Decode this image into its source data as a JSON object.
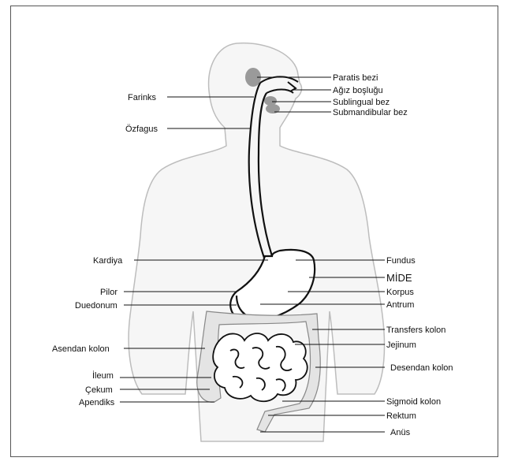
{
  "labels": {
    "paratis_bezi": "Paratis bezi",
    "agiz_boslugu": "Ağız boşluğu",
    "sublingual_bez": "Sublingual bez",
    "submandibular_bez": "Submandibular bez",
    "farinks": "Farinks",
    "ozfagus": "Özfagus",
    "kardiya": "Kardiya",
    "fundus": "Fundus",
    "mide": "MİDE",
    "korpus": "Korpus",
    "pilor": "Pilor",
    "duedonum": "Duedonum",
    "antrum": "Antrum",
    "transfers_kolon": "Transfers kolon",
    "asendan_kolon": "Asendan kolon",
    "jejinum": "Jejinum",
    "desendan_kolon": "Desendan kolon",
    "ileum": "İleum",
    "cekum": "Çekum",
    "apendiks": "Apendiks",
    "sigmoid_kolon": "Sigmoid kolon",
    "rektum": "Rektum",
    "anus": "Anüs"
  },
  "colors": {
    "body_outline": "#bdbdbd",
    "body_fill": "#f6f6f6",
    "organ_stroke": "#111111",
    "colon_fill": "#e4e4e4",
    "gland_fill": "#9a9a9a"
  }
}
